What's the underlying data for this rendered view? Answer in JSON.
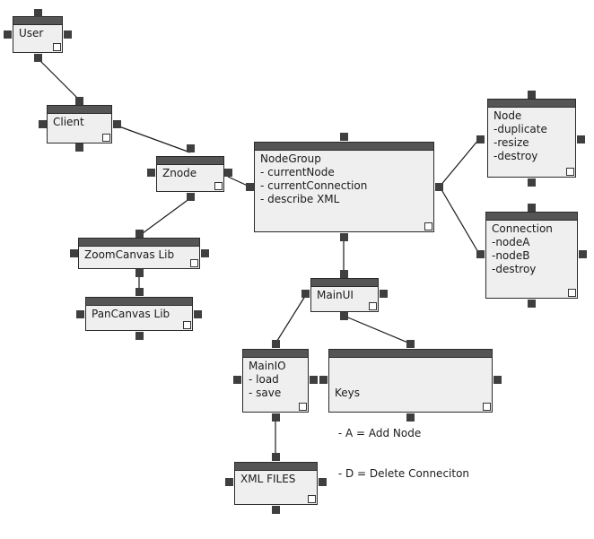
{
  "nodes": {
    "user": {
      "title": "User",
      "items": []
    },
    "client": {
      "title": "Client",
      "items": []
    },
    "znode": {
      "title": "Znode",
      "items": []
    },
    "zoomcanvas": {
      "title": "ZoomCanvas Lib",
      "items": []
    },
    "pancanvas": {
      "title": "PanCanvas Lib",
      "items": []
    },
    "nodegroup": {
      "title": "NodeGroup",
      "items": [
        "- currentNode",
        "- currentConnection",
        "- describe XML"
      ]
    },
    "node": {
      "title": "Node",
      "items": [
        "-duplicate",
        "-resize",
        "-destroy"
      ]
    },
    "connection": {
      "title": "Connection",
      "items": [
        "-nodeA",
        "-nodeB",
        "-destroy"
      ]
    },
    "mainui": {
      "title": "MainUI",
      "items": []
    },
    "mainio": {
      "title": "MainIO",
      "items": [
        "- load",
        "- save"
      ]
    },
    "keys": {
      "title": "Keys",
      "items": [
        " - A = Add Node",
        " - D = Delete Conneciton"
      ]
    },
    "xmlfiles": {
      "title": "XML FILES",
      "items": []
    }
  },
  "colors": {
    "node_fill": "#efefef",
    "title_bar": "#555555",
    "handle": "#3f3f3f",
    "connector": "#1a1a1a"
  }
}
